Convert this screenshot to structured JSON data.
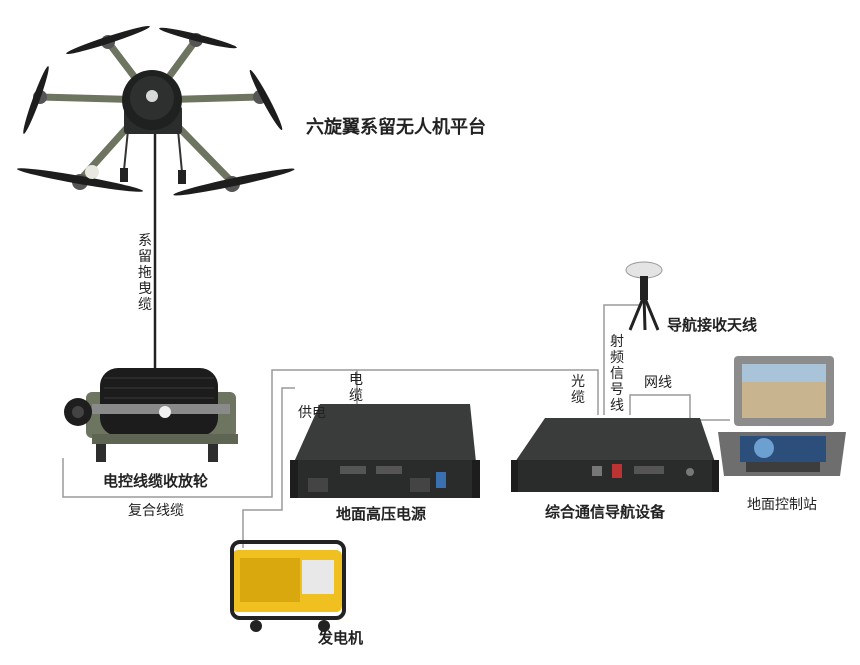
{
  "labels": {
    "platform": "六旋翼系留无人机平台",
    "tether": "系留拖曳缆",
    "winch": "电控线缆收放轮",
    "composite_cable": "复合线缆",
    "power_supply_label": "供电",
    "cable_label": "电缆",
    "hv_power": "地面高压电源",
    "fiber": "光缆",
    "rf_signal": "射频信号线",
    "network": "网线",
    "nav_antenna": "导航接收天线",
    "comm_nav": "综合通信导航设备",
    "ground_station": "地面控制站",
    "generator": "发电机"
  },
  "colors": {
    "line": "#9a9a9a",
    "tether": "#222222",
    "device_dark": "#2a2c2b",
    "drone_arm": "#6d7560",
    "generator_yellow": "#f0c020"
  }
}
